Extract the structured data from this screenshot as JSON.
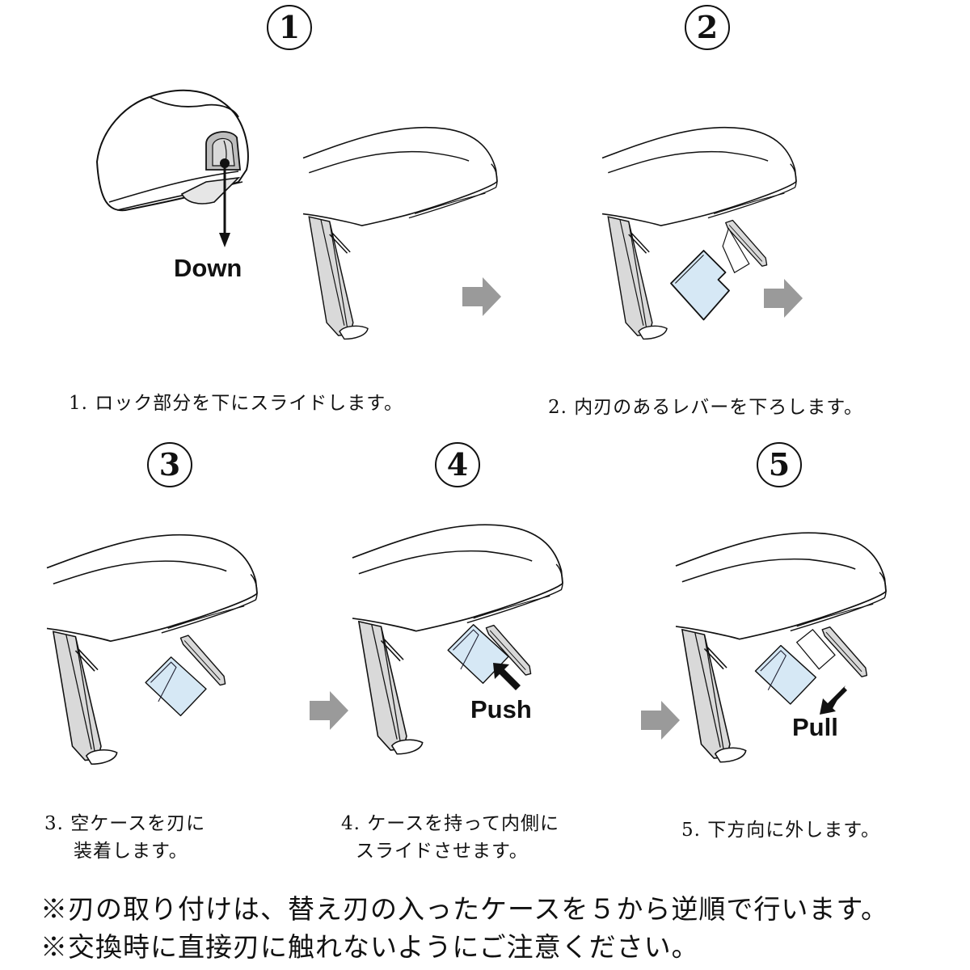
{
  "steps": [
    {
      "number": "1",
      "caption_lines": [
        "1. ロック部分を下にスライドします。"
      ],
      "action_label": "Down"
    },
    {
      "number": "2",
      "caption_lines": [
        "2. 内刃のあるレバーを下ろします。"
      ]
    },
    {
      "number": "3",
      "caption_lines": [
        "3. 空ケースを刃に",
        "装着します。"
      ]
    },
    {
      "number": "4",
      "caption_lines": [
        "4. ケースを持って内側に",
        "スライドさせます。"
      ],
      "action_label": "Push"
    },
    {
      "number": "5",
      "caption_lines": [
        "5. 下方向に外します。"
      ],
      "action_label": "Pull"
    }
  ],
  "notes": [
    "※刃の取り付けは、替え刃の入ったケースを５から逆順で行います。",
    "※交換時に直接刃に触れないようにご注意ください。"
  ],
  "colors": {
    "arrow_gray": "#9a9a9a",
    "handle_gray": "#d9d9d9",
    "case_blue": "#d6e8f5",
    "line": "#111111"
  }
}
